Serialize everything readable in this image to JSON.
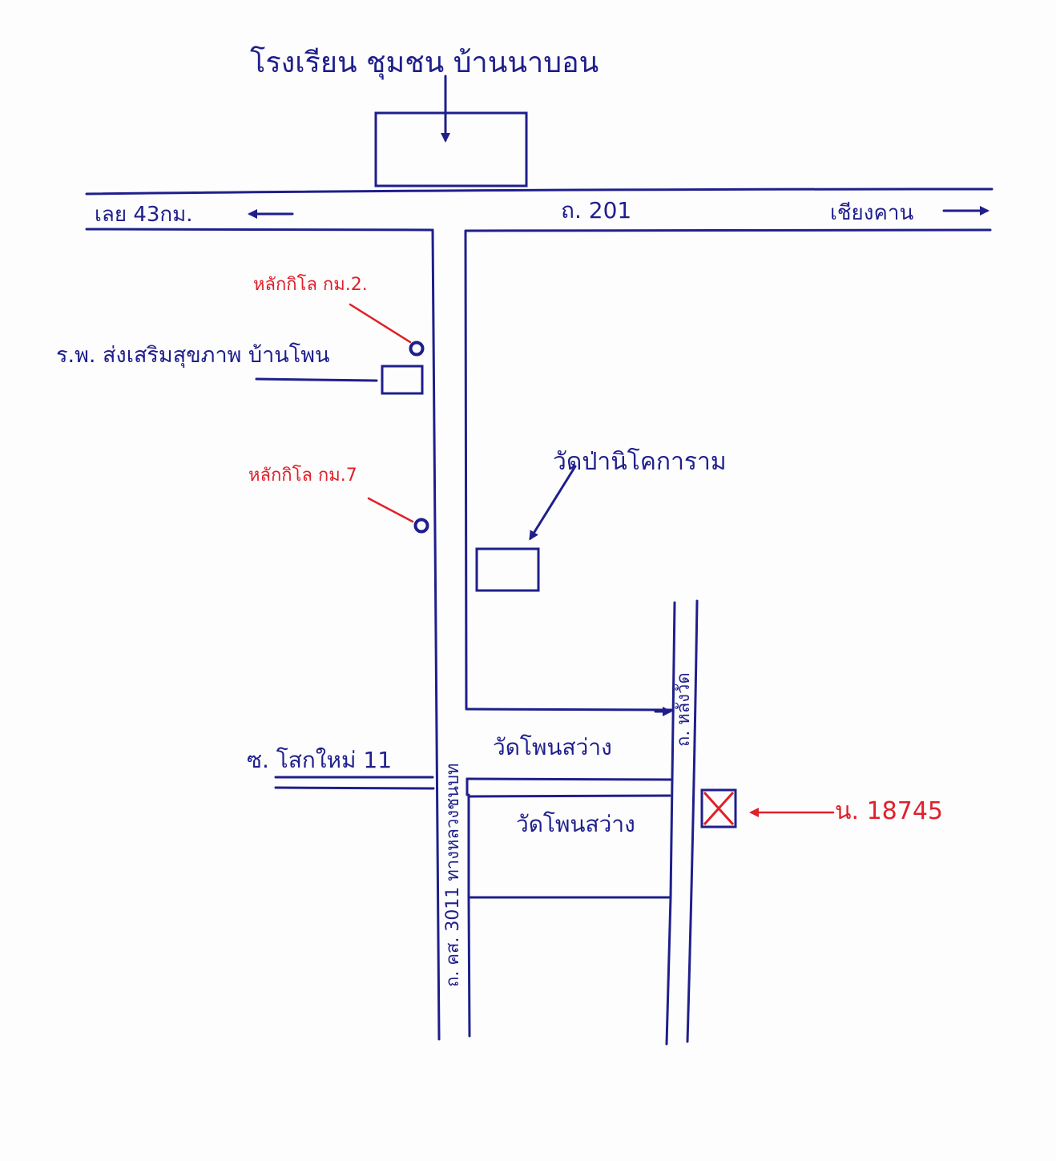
{
  "labels": {
    "school": "โรงเรียน ชุมชน บ้านนาบอน",
    "to_loei": "เลย 43กม.",
    "highway": "ถ. 201",
    "to_chiang_khan": "เชียงคาน",
    "km_post_2": "หลักกิโล กม.2.",
    "hospital": "ร.พ. ส่งเสริมสุขภาพ บ้านโพน",
    "km_post_7": "หลักกิโล กม.7",
    "wat_pa": "วัดป่านิโคการาม",
    "rear_road": "ถ. หลังวัด",
    "village_road": "ซ. โสกใหม่ 11",
    "side_road": "ถ. คส. 3011 ทางหลวงชนบท",
    "wat_phon_sawang_1": "วัดโพนสว่าง",
    "wat_phon_sawang_2": "วัดโพนสว่าง",
    "target_plot": "น. 18745"
  },
  "colors": {
    "ink_blue": "#1f1f8c",
    "ink_red": "#e0202a",
    "paper": "#fdfdfd"
  },
  "icons": {
    "arrow_left": "arrow-left-icon",
    "arrow_right": "arrow-right-icon",
    "arrow_down": "arrow-down-icon",
    "km_marker": "circle-marker-icon",
    "target": "crossed-box-icon"
  }
}
